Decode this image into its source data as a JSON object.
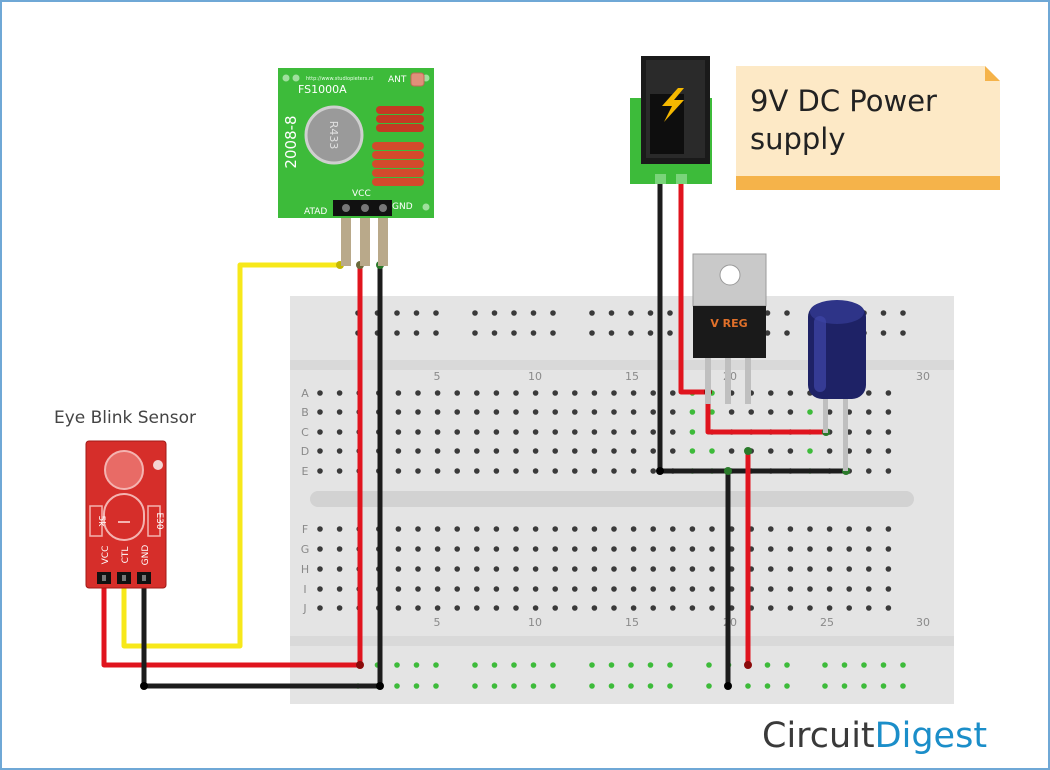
{
  "sensor": {
    "title": "Eye Blink Sensor",
    "left_label": "5k",
    "right_label": "E30",
    "pins": [
      "VCC",
      "CTL",
      "GND"
    ]
  },
  "transmitter": {
    "url": "http://www.studiopieters.nl",
    "model": "FS1000A",
    "ant": "ANT",
    "chip": "R433",
    "year": "2008-8",
    "pins": [
      "ATAD",
      "VCC",
      "GND"
    ]
  },
  "regulator": {
    "label": "V REG"
  },
  "power_note": {
    "text_line1": "9V DC Power",
    "text_line2": "supply"
  },
  "breadboard": {
    "rows_top": [
      "A",
      "B",
      "C",
      "D",
      "E"
    ],
    "rows_bottom": [
      "F",
      "G",
      "H",
      "I",
      "J"
    ],
    "col_labels_top": [
      "5",
      "10",
      "15",
      "20",
      "30"
    ],
    "col_labels_bottom": [
      "5",
      "10",
      "15",
      "20",
      "25",
      "30"
    ]
  },
  "brand": {
    "part1": "Circuit",
    "part2": "Digest"
  },
  "colors": {
    "wire_red": "#e0141e",
    "wire_black": "#1c1c1c",
    "wire_yellow": "#f7e81a",
    "pcb_green": "#3dbb3a",
    "sensor_red": "#d62e2a",
    "note_bg": "#fde9c6",
    "note_bar": "#f5b34a",
    "capacitor": "#1e2266",
    "hole_green": "#3dbb3a",
    "brand_blue": "#1b8ec9"
  }
}
